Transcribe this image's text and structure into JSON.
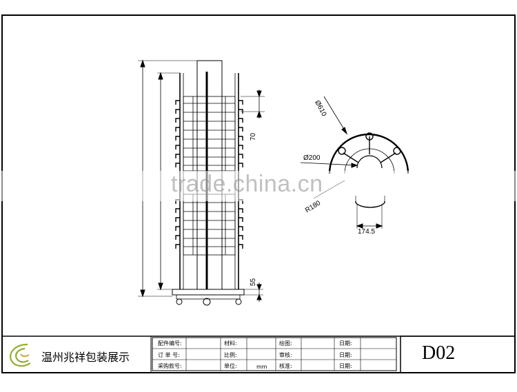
{
  "company_name": "温州兆祥包装展示",
  "drawing_code": "D02",
  "watermark": "trade.china.cn",
  "title_block": {
    "part_no_label": "配件编号:",
    "material_label": "材料:",
    "drawing_label": "绘图:",
    "date_label_1": "日期:",
    "order_no_label": "订 单 号:",
    "scale_label": "比例:",
    "review_label": "审核:",
    "date_label_2": "日期:",
    "purchase_no_label": "采购款号:",
    "unit_label": "单位:",
    "unit_value": "mm",
    "approve_label": "核准:",
    "date_label_3": "日期:"
  },
  "dimensions": {
    "shelf_spacing": "70",
    "base_height": "55",
    "outer_diameter": "Ø610",
    "inner_diameter": "Ø200",
    "radius": "R180",
    "bracket_width": "174.5"
  }
}
